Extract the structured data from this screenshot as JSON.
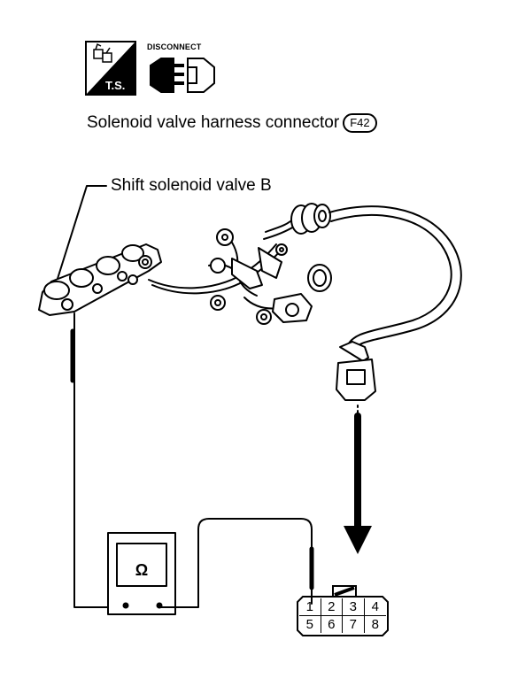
{
  "icons": {
    "ts_label": "T.S.",
    "disconnect_label": "DISCONNECT"
  },
  "title": {
    "text": "Solenoid valve harness connector",
    "connector_id": "F42"
  },
  "labels": {
    "valve": "Shift solenoid valve B",
    "ohmmeter_symbol": "Ω"
  },
  "connector": {
    "pins_top": [
      "1",
      "2",
      "3",
      "4"
    ],
    "pins_bottom": [
      "5",
      "6",
      "7",
      "8"
    ]
  }
}
